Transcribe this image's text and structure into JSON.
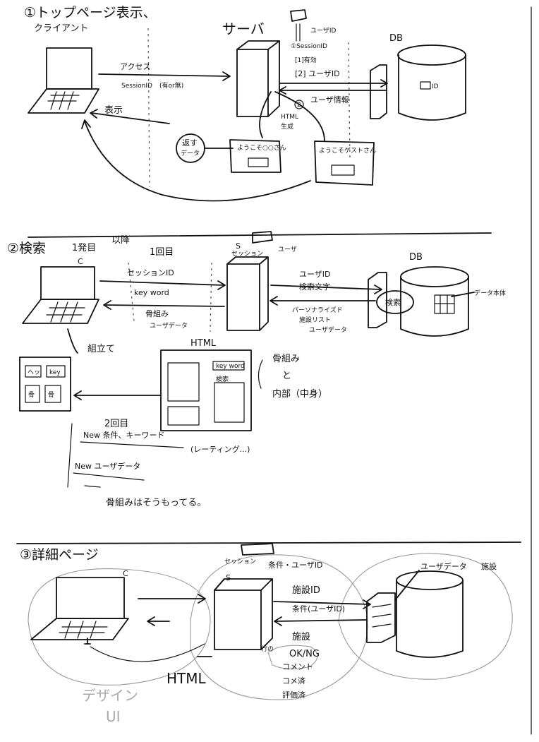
{
  "sec1": {
    "title": "①トップページ表示、",
    "subtitle": "クライアント",
    "server_label": "サーバ",
    "db_label": "DB",
    "access_label": "アクセス",
    "session_label": "SessionID",
    "session_note": "(有or無)",
    "display_label": "表示",
    "user_id_label": "ユーザID",
    "step1_label": "①SessionID",
    "step1_sub": "[1]有効",
    "step2_label": "[2] ユーザID",
    "user_info_label": "ユーザ情報",
    "html_gen_label": "HTML",
    "html_gen_label2": "生成",
    "step2_circle": "2",
    "return_data_1": "返す",
    "return_data_2": "データ",
    "welcome_user": "ようこそ○○さん",
    "welcome_guest": "ようこそゲストさん",
    "db_id": "ID"
  },
  "sec2": {
    "title": "②検索",
    "title_note1": "1発目",
    "title_note2": "以降",
    "first_time": "1回目",
    "client_c": "C",
    "server_s": "S",
    "server_note1": "セッション",
    "server_note2": "ユーザ",
    "db_label": "DB",
    "session_id": "セッションID",
    "keyword": "key word",
    "skeleton": "骨組み",
    "user_data": "ユーザデータ",
    "user_id": "ユーザID",
    "search_text": "検索文字",
    "personalized": "パーソナライズド",
    "facility_list": "施設リスト",
    "user_data2": "ユーザデータ",
    "search_node": "検索",
    "data_body": "データ本体",
    "assemble": "組立て",
    "html_label": "HTML",
    "html_keyword": "key word",
    "html_result": "検索",
    "skeleton_note": "骨組み",
    "and_note": "と",
    "contents_note": "内部（中身）",
    "tile1": "ヘッ",
    "tile2": "key",
    "tile3": "骨",
    "tile4": "骨",
    "second_time": "2回目",
    "new_cond": "New 条件、キーワード",
    "new_cond_note": "(レーティング...)",
    "new_user_data": "New ユーザデータ",
    "skeleton_kept": "骨組みはそうもってる。"
  },
  "sec3": {
    "title": "③詳細ページ",
    "client_c": "C",
    "server_s": "S",
    "server_note": "セッション",
    "cond_user": "条件・ユーザID",
    "db_note1": "ユーザデータ",
    "db_note2": "施設",
    "facility_id": "施設ID",
    "cond_user_id": "条件(ユーザID)",
    "facility": "施設",
    "line_note": "行の",
    "ok_ng": "OK/NG",
    "comment": "コメント",
    "comment_done": "コメ済",
    "rating_done": "評価済",
    "html_label": "HTML",
    "design_label": "デザイン",
    "ui_label": "UI"
  }
}
